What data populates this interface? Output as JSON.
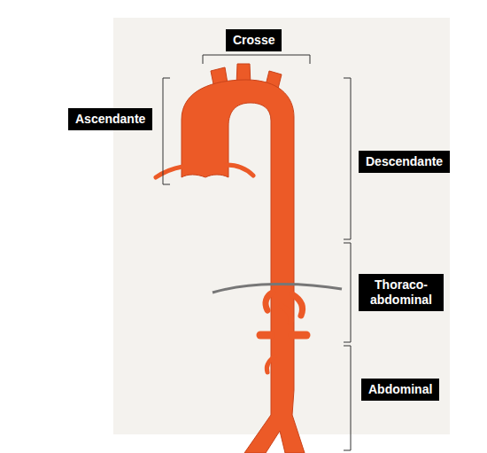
{
  "diagram": {
    "nodes": [
      {
        "text": [
          "Crosse"
        ]
      },
      {
        "text": [
          "Ascendante"
        ]
      },
      {
        "text": [
          "Descendante"
        ]
      },
      {
        "text": [
          "Thoraco-abdominal"
        ]
      },
      {
        "text": [
          "Abdominal"
        ]
      }
    ]
  }
}
